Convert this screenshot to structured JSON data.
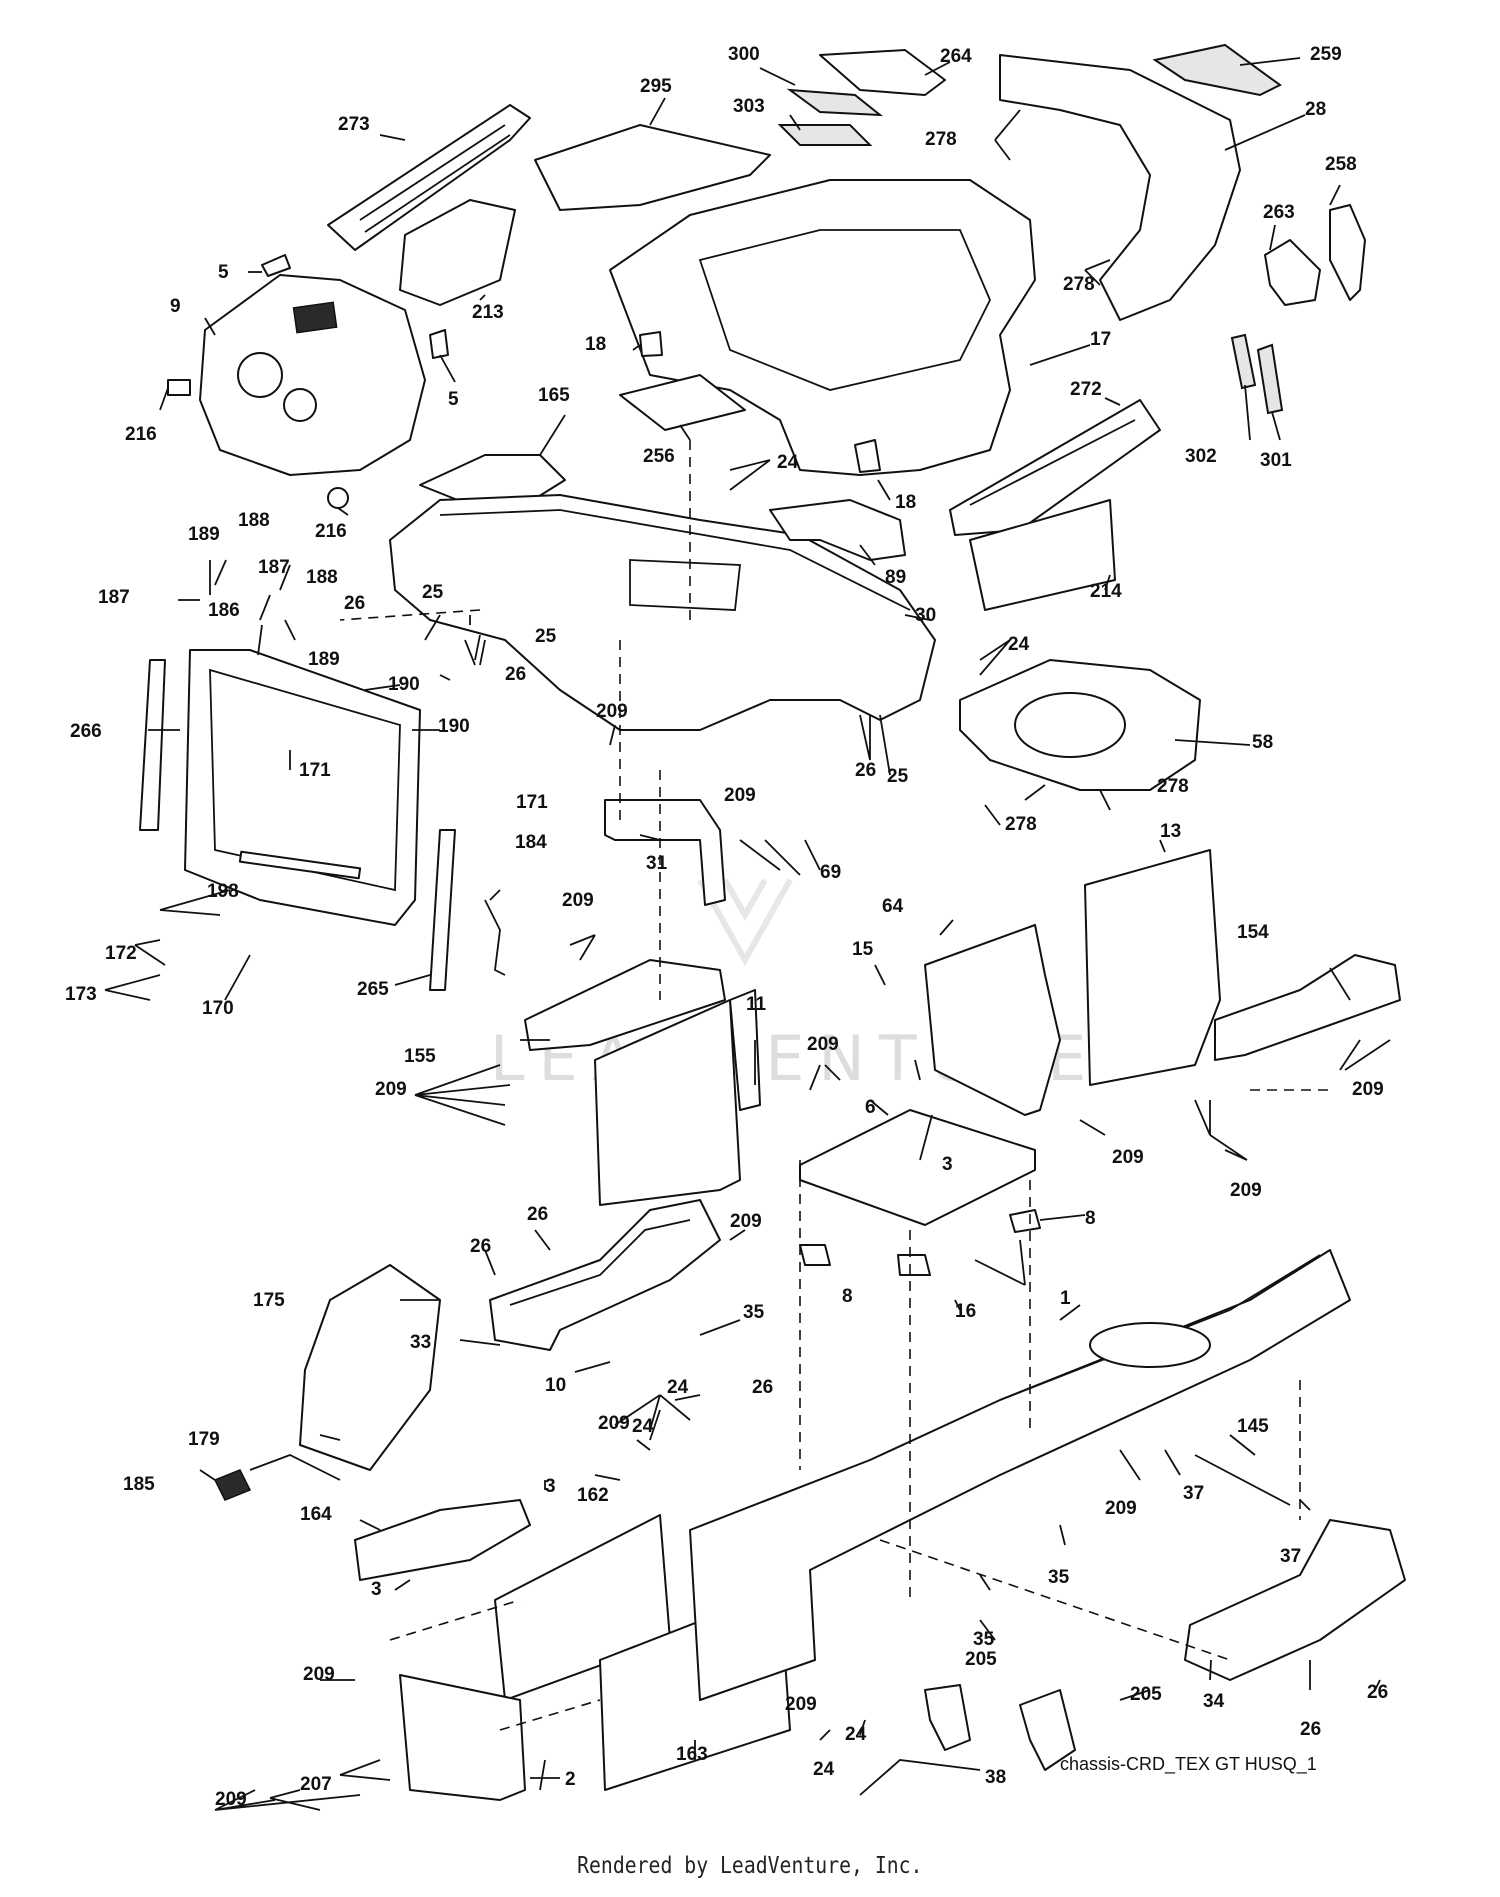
{
  "drawing_id": "chassis-CRD_TEX GT HUSQ_1",
  "footer": "Rendered by LeadVenture, Inc.",
  "watermark": "LEADVENTURE",
  "callouts": [
    {
      "id": "c300",
      "text": "300"
    },
    {
      "id": "c264",
      "text": "264"
    },
    {
      "id": "c259",
      "text": "259"
    },
    {
      "id": "c295",
      "text": "295"
    },
    {
      "id": "c303",
      "text": "303"
    },
    {
      "id": "c278a",
      "text": "278"
    },
    {
      "id": "c28",
      "text": "28"
    },
    {
      "id": "c273",
      "text": "273"
    },
    {
      "id": "c258",
      "text": "258"
    },
    {
      "id": "c263",
      "text": "263"
    },
    {
      "id": "c5a",
      "text": "5"
    },
    {
      "id": "c278b",
      "text": "278"
    },
    {
      "id": "c9",
      "text": "9"
    },
    {
      "id": "c213",
      "text": "213"
    },
    {
      "id": "c18a",
      "text": "18"
    },
    {
      "id": "c17",
      "text": "17"
    },
    {
      "id": "c5b",
      "text": "5"
    },
    {
      "id": "c165",
      "text": "165"
    },
    {
      "id": "c272",
      "text": "272"
    },
    {
      "id": "c216a",
      "text": "216"
    },
    {
      "id": "c256",
      "text": "256"
    },
    {
      "id": "c302",
      "text": "302"
    },
    {
      "id": "c301",
      "text": "301"
    },
    {
      "id": "c24a",
      "text": "24"
    },
    {
      "id": "c18b",
      "text": "18"
    },
    {
      "id": "c216b",
      "text": "216"
    },
    {
      "id": "c189a",
      "text": "189"
    },
    {
      "id": "c188a",
      "text": "188"
    },
    {
      "id": "c89",
      "text": "89"
    },
    {
      "id": "c187a",
      "text": "187"
    },
    {
      "id": "c188b",
      "text": "188"
    },
    {
      "id": "c187b",
      "text": "187"
    },
    {
      "id": "c214",
      "text": "214"
    },
    {
      "id": "c186",
      "text": "186"
    },
    {
      "id": "c26a",
      "text": "26"
    },
    {
      "id": "c25a",
      "text": "25"
    },
    {
      "id": "c189b",
      "text": "189"
    },
    {
      "id": "c30",
      "text": "30"
    },
    {
      "id": "c25b",
      "text": "25"
    },
    {
      "id": "c26b",
      "text": "26"
    },
    {
      "id": "c24b",
      "text": "24"
    },
    {
      "id": "c190a",
      "text": "190"
    },
    {
      "id": "c209a",
      "text": "209"
    },
    {
      "id": "c266",
      "text": "266"
    },
    {
      "id": "c190b",
      "text": "190"
    },
    {
      "id": "c58",
      "text": "58"
    },
    {
      "id": "c26c",
      "text": "26"
    },
    {
      "id": "c25c",
      "text": "25"
    },
    {
      "id": "c171a",
      "text": "171"
    },
    {
      "id": "c278c",
      "text": "278"
    },
    {
      "id": "c209b",
      "text": "209"
    },
    {
      "id": "c171b",
      "text": "171"
    },
    {
      "id": "c278d",
      "text": "278"
    },
    {
      "id": "c13",
      "text": "13"
    },
    {
      "id": "c31",
      "text": "31"
    },
    {
      "id": "c69",
      "text": "69"
    },
    {
      "id": "c184",
      "text": "184"
    },
    {
      "id": "c198",
      "text": "198"
    },
    {
      "id": "c64",
      "text": "64"
    },
    {
      "id": "c154",
      "text": "154"
    },
    {
      "id": "c172",
      "text": "172"
    },
    {
      "id": "c209c",
      "text": "209"
    },
    {
      "id": "c15",
      "text": "15"
    },
    {
      "id": "c173",
      "text": "173"
    },
    {
      "id": "c265",
      "text": "265"
    },
    {
      "id": "c170",
      "text": "170"
    },
    {
      "id": "c11",
      "text": "11"
    },
    {
      "id": "c155",
      "text": "155"
    },
    {
      "id": "c209d",
      "text": "209"
    },
    {
      "id": "c209e",
      "text": "209"
    },
    {
      "id": "c209f",
      "text": "209"
    },
    {
      "id": "c6",
      "text": "6"
    },
    {
      "id": "c3a",
      "text": "3"
    },
    {
      "id": "c209g",
      "text": "209"
    },
    {
      "id": "c209h",
      "text": "209"
    },
    {
      "id": "c26d",
      "text": "26"
    },
    {
      "id": "c209i",
      "text": "209"
    },
    {
      "id": "c26e",
      "text": "26"
    },
    {
      "id": "c8a",
      "text": "8"
    },
    {
      "id": "c175",
      "text": "175"
    },
    {
      "id": "c8b",
      "text": "8"
    },
    {
      "id": "c35a",
      "text": "35"
    },
    {
      "id": "c16",
      "text": "16"
    },
    {
      "id": "c1",
      "text": "1"
    },
    {
      "id": "c33",
      "text": "33"
    },
    {
      "id": "c10",
      "text": "10"
    },
    {
      "id": "c24c",
      "text": "24"
    },
    {
      "id": "c26f",
      "text": "26"
    },
    {
      "id": "c209j",
      "text": "209"
    },
    {
      "id": "c24d",
      "text": "24"
    },
    {
      "id": "c145",
      "text": "145"
    },
    {
      "id": "c179",
      "text": "179"
    },
    {
      "id": "c185",
      "text": "185"
    },
    {
      "id": "c37a",
      "text": "37"
    },
    {
      "id": "c3b",
      "text": "3"
    },
    {
      "id": "c162",
      "text": "162"
    },
    {
      "id": "c164",
      "text": "164"
    },
    {
      "id": "c209k",
      "text": "209"
    },
    {
      "id": "c37b",
      "text": "37"
    },
    {
      "id": "c35b",
      "text": "35"
    },
    {
      "id": "c3c",
      "text": "3"
    },
    {
      "id": "c35c",
      "text": "35"
    },
    {
      "id": "c205a",
      "text": "205"
    },
    {
      "id": "c209l",
      "text": "209"
    },
    {
      "id": "c205b",
      "text": "205"
    },
    {
      "id": "c26g",
      "text": "26"
    },
    {
      "id": "c163",
      "text": "163"
    },
    {
      "id": "c209m",
      "text": "209"
    },
    {
      "id": "c24e",
      "text": "24"
    },
    {
      "id": "c24f",
      "text": "24"
    },
    {
      "id": "c34",
      "text": "34"
    },
    {
      "id": "c26h",
      "text": "26"
    },
    {
      "id": "c207",
      "text": "207"
    },
    {
      "id": "c2",
      "text": "2"
    },
    {
      "id": "c38",
      "text": "38"
    },
    {
      "id": "c209n",
      "text": "209"
    }
  ]
}
